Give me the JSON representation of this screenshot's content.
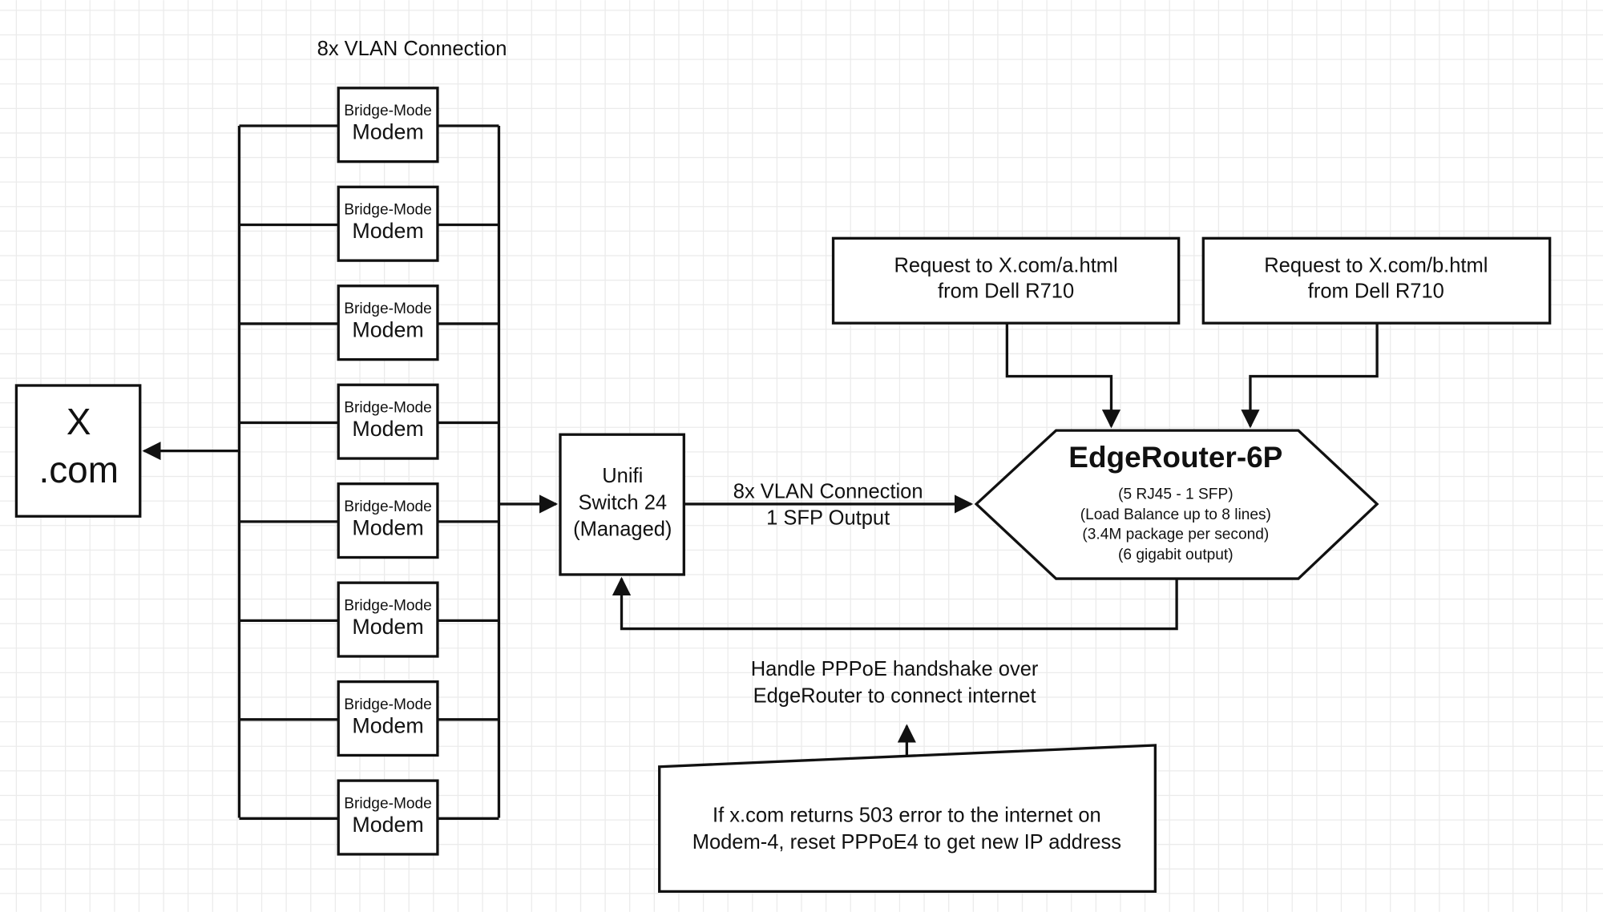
{
  "title_label": "8x VLAN Connection",
  "xcom": {
    "line1": "X",
    "line2": ".com"
  },
  "modems": [
    {
      "top": "Bridge-Mode",
      "bottom": "Modem"
    },
    {
      "top": "Bridge-Mode",
      "bottom": "Modem"
    },
    {
      "top": "Bridge-Mode",
      "bottom": "Modem"
    },
    {
      "top": "Bridge-Mode",
      "bottom": "Modem"
    },
    {
      "top": "Bridge-Mode",
      "bottom": "Modem"
    },
    {
      "top": "Bridge-Mode",
      "bottom": "Modem"
    },
    {
      "top": "Bridge-Mode",
      "bottom": "Modem"
    },
    {
      "top": "Bridge-Mode",
      "bottom": "Modem"
    }
  ],
  "switch": {
    "lines": [
      "Unifi",
      "Switch 24",
      "(Managed)"
    ]
  },
  "switch_link_label": {
    "lines": [
      "8x VLAN Connection",
      "1 SFP Output"
    ]
  },
  "request_a": {
    "lines": [
      "Request to X.com/a.html",
      "from Dell R710"
    ]
  },
  "request_b": {
    "lines": [
      "Request to X.com/b.html",
      "from Dell R710"
    ]
  },
  "router": {
    "title": "EdgeRouter-6P",
    "specs": [
      "(5 RJ45 - 1 SFP)",
      "(Load Balance up to 8 lines)",
      "(3.4M package per second)",
      "(6 gigabit output)"
    ]
  },
  "pppoe_note": {
    "lines": [
      "Handle PPPoE handshake over",
      "EdgeRouter to connect internet"
    ]
  },
  "reset_note": {
    "lines": [
      "If x.com returns 503 error to the internet on",
      "Modem-4, reset PPPoE4 to get new IP address"
    ]
  }
}
